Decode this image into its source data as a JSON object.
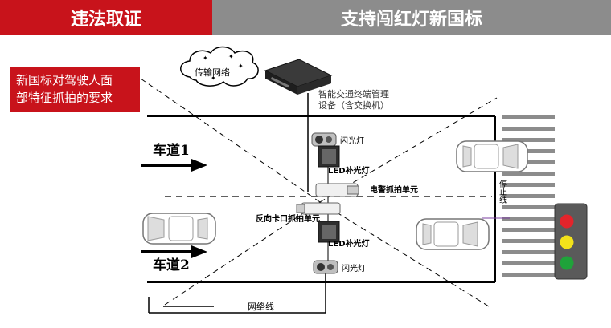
{
  "header": {
    "left_title": "违法取证",
    "right_title": "支持闯红灯新国标"
  },
  "note": {
    "text_line1": "新国标对驾驶人面",
    "text_line2": "部特征抓拍的要求"
  },
  "diagram": {
    "cloud_label": "传输网络",
    "switch_label_line1": "智能交通终端管理",
    "switch_label_line2": "设备（含交换机）",
    "lane1_label": "车道1",
    "lane2_label": "车道2",
    "flash_top_label": "闪光灯",
    "led_top_label": "LED补光灯",
    "police_capture_label": "电警抓拍单元",
    "reverse_capture_label": "反向卡口抓拍单元",
    "led_bottom_label": "LED补光灯",
    "flash_bottom_label": "闪光灯",
    "stop_line_label": "停止线",
    "legend_network_label": "网络线"
  },
  "colors": {
    "brand_red": "#c8131b",
    "header_gray": "#8c8c8c",
    "light_red": "#e3242b",
    "light_yellow": "#f2e21a",
    "light_green": "#1fa33a"
  }
}
